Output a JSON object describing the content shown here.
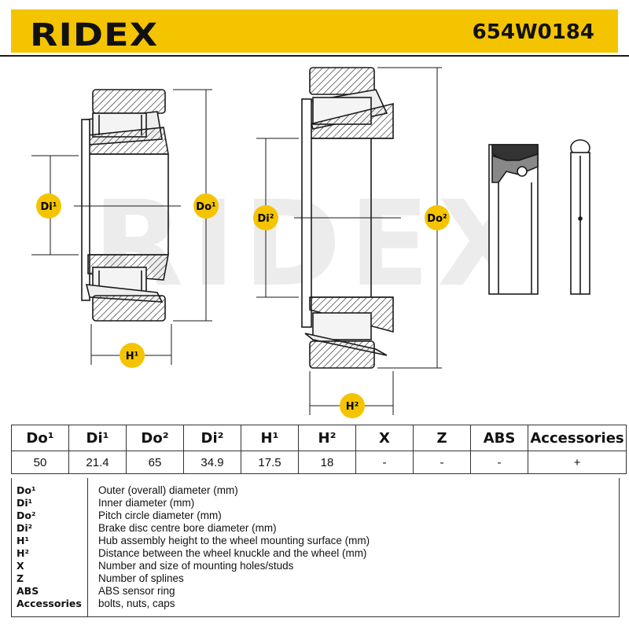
{
  "header": {
    "logo": "RIDEX",
    "part_number": "654W0184"
  },
  "drawing_labels": {
    "di1": "Di¹",
    "do1": "Do¹",
    "h1": "H¹",
    "di2": "Di²",
    "do2": "Do²",
    "h2": "H²",
    "watermark": "RIDEX"
  },
  "spec_table": {
    "headers": [
      "Do¹",
      "Di¹",
      "Do²",
      "Di²",
      "H¹",
      "H²",
      "X",
      "Z",
      "ABS",
      "Accessories"
    ],
    "values": [
      "50",
      "21.4",
      "65",
      "34.9",
      "17.5",
      "18",
      "-",
      "-",
      "-",
      "+"
    ]
  },
  "legend": [
    {
      "key": "Do¹",
      "desc": "Outer (overall) diameter (mm)"
    },
    {
      "key": "Di¹",
      "desc": "Inner diameter (mm)"
    },
    {
      "key": "Do²",
      "desc": "Pitch circle diameter (mm)"
    },
    {
      "key": "Di²",
      "desc": "Brake disc centre bore diameter (mm)"
    },
    {
      "key": "H¹",
      "desc": "Hub assembly height to the wheel mounting surface (mm)"
    },
    {
      "key": "H²",
      "desc": "Distance between the wheel knuckle and the wheel (mm)"
    },
    {
      "key": "X",
      "desc": "Number and size of mounting holes/studs"
    },
    {
      "key": "Z",
      "desc": "Number of splines"
    },
    {
      "key": "ABS",
      "desc": "ABS sensor ring"
    },
    {
      "key": "Accessories",
      "desc": "bolts, nuts, caps"
    }
  ],
  "colors": {
    "brand_yellow": "#f5c400",
    "outline": "#1a1a1a",
    "part_fill": "#d9d9d9",
    "watermark": "#e6e6e6"
  }
}
